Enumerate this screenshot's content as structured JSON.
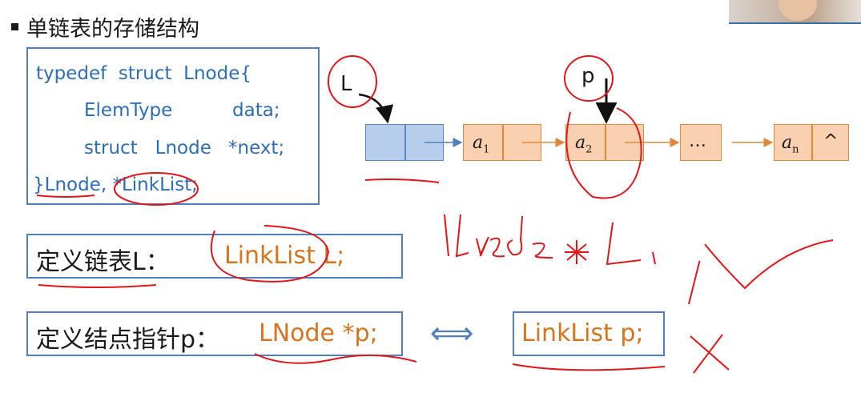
{
  "title": "单链表的存储结构",
  "code": {
    "line1": "typedef  struct  Lnode{",
    "line2_type": "ElemType",
    "line2_field": "data;",
    "line3_type": "struct   Lnode",
    "line3_field": "*next;",
    "line4": "}Lnode, *LinkList;"
  },
  "diagram": {
    "head_pointer": "L",
    "p_pointer": "p",
    "nodes": [
      {
        "label": "a",
        "sub": "1"
      },
      {
        "label": "a",
        "sub": "2"
      },
      {
        "label": "…",
        "sub": ""
      },
      {
        "label": "a",
        "sub": "n",
        "null_symbol": "^"
      }
    ]
  },
  "define_list": {
    "label": "定义链表L：",
    "code": "LinkList L;"
  },
  "define_pointer": {
    "label": "定义结点指针p：",
    "code": "LNode *p;",
    "equiv_symbol": "⟺",
    "alt_code": "LinkList p;"
  },
  "handwriting": {
    "note": "LNode * L ; ✓",
    "cross": "X"
  },
  "colors": {
    "blue_border": "#4f7fbf",
    "code_blue": "#2e6db4",
    "orange_text": "#d8731e",
    "red_ink": "#e0161b"
  }
}
